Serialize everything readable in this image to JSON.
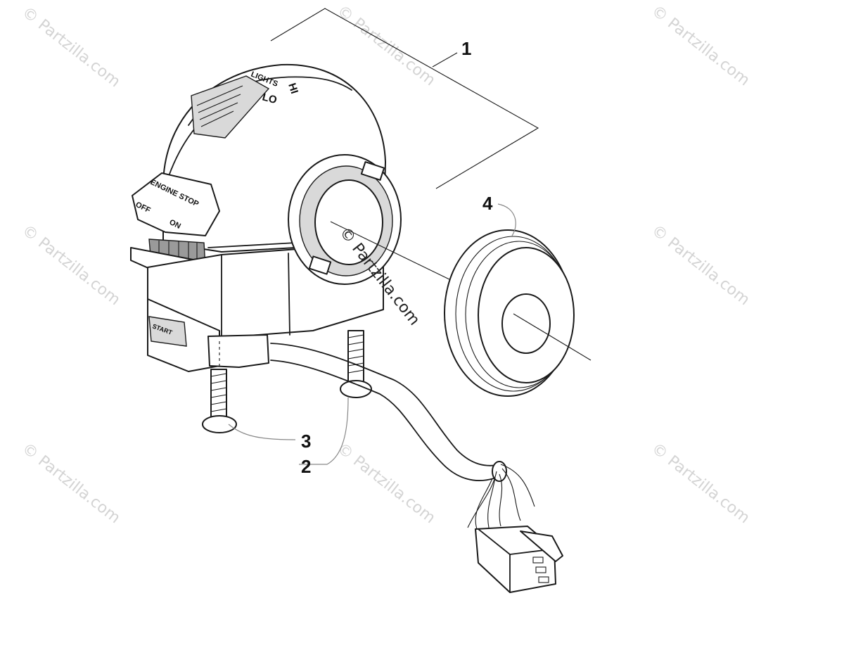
{
  "watermark": {
    "text": "© Partzilla.com"
  },
  "callouts": {
    "c1": "1",
    "c2": "2",
    "c3": "3",
    "c4": "4"
  },
  "switch_labels": {
    "lights": "LIGHTS",
    "hi": "HI",
    "lo": "LO",
    "engine_stop": "ENGINE STOP",
    "off": "OFF",
    "on": "ON",
    "start": "START"
  }
}
